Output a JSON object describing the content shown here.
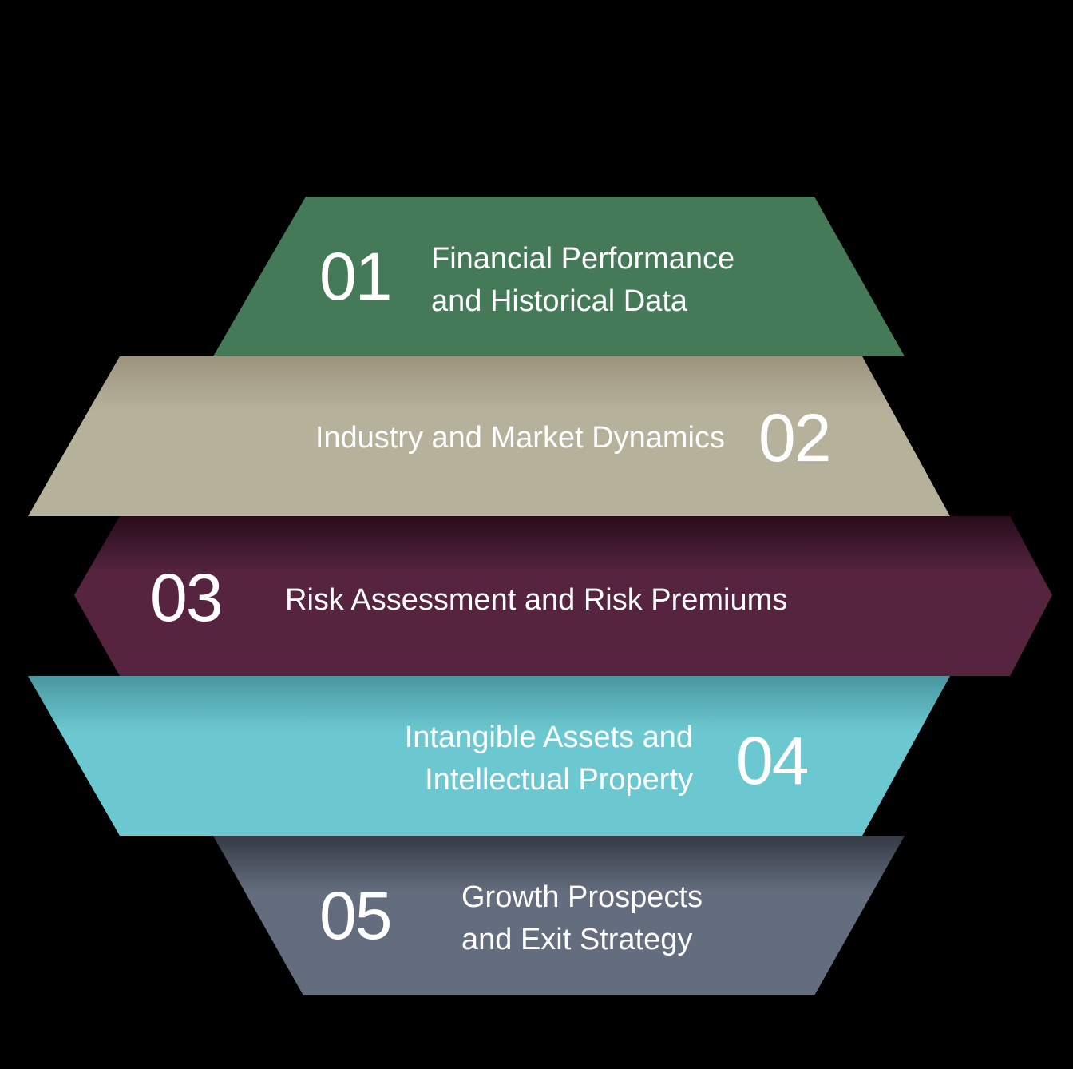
{
  "colors": {
    "background": "#000000",
    "band1": "#447a57",
    "band2": "#b6b19b",
    "band3": "#56243f",
    "band4": "#6cc8d0",
    "band5": "#636d7d",
    "text": "#ffffff"
  },
  "diagram": {
    "type": "stacked hexagon segments",
    "items": [
      {
        "number": "01",
        "line1": "Financial Performance",
        "line2": "and Historical Data"
      },
      {
        "number": "02",
        "line1": "Industry and Market Dynamics",
        "line2": ""
      },
      {
        "number": "03",
        "line1": "Risk Assessment and Risk Premiums",
        "line2": ""
      },
      {
        "number": "04",
        "line1": "Intangible Assets and",
        "line2": "Intellectual Property"
      },
      {
        "number": "05",
        "line1": "Growth Prospects",
        "line2": "and Exit Strategy"
      }
    ]
  }
}
